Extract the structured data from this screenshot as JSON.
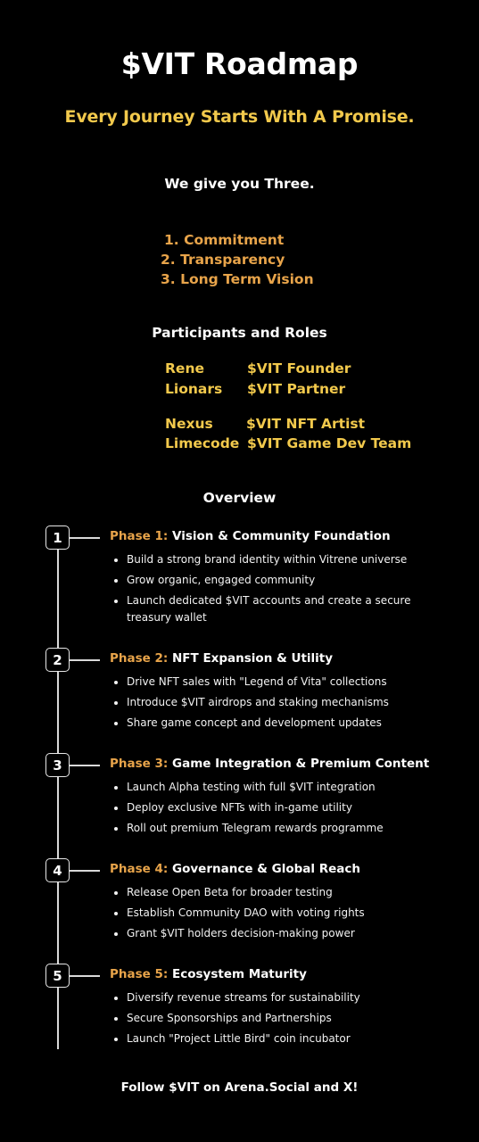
{
  "colors": {
    "gold": "#f2c94c",
    "orange": "#e8a44a",
    "white": "#ffffff",
    "background": "#000000"
  },
  "title": "$VIT Roadmap",
  "subtitle": "Every Journey Starts With A Promise.",
  "intro": "We give you Three.",
  "promises": [
    "1. Commitment",
    "2. Transparency",
    "3. Long Term Vision"
  ],
  "roles_heading": "Participants and Roles",
  "roles": [
    {
      "name": "Rene",
      "role": "$VIT Founder"
    },
    {
      "name": "Lionars",
      "role": "$VIT Partner"
    },
    {
      "name": "Nexus",
      "role": "$VIT NFT Artist"
    },
    {
      "name": "Limecode",
      "role": "$VIT Game Dev Team"
    }
  ],
  "overview_heading": "Overview",
  "phases": [
    {
      "number": "1",
      "prefix": "Phase 1:",
      "title": " Vision & Community Foundation",
      "items": [
        "Build a strong brand identity within Vitrene universe",
        "Grow organic, engaged community",
        "Launch dedicated $VIT accounts and create a secure treasury wallet"
      ]
    },
    {
      "number": "2",
      "prefix": "Phase 2:",
      "title": " NFT Expansion & Utility",
      "items": [
        "Drive NFT sales with \"Legend of Vita\" collections",
        "Introduce $VIT airdrops and staking mechanisms",
        "Share game concept and development updates"
      ]
    },
    {
      "number": "3",
      "prefix": "Phase 3:",
      "title": " Game Integration & Premium Content",
      "items": [
        "Launch Alpha testing with full $VIT integration",
        "Deploy exclusive NFTs with in-game utility",
        "Roll out premium Telegram rewards programme"
      ]
    },
    {
      "number": "4",
      "prefix": "Phase 4:",
      "title": " Governance & Global Reach",
      "items": [
        "Release Open Beta for broader testing",
        "Establish Community DAO with voting rights",
        "Grant $VIT holders decision-making power"
      ]
    },
    {
      "number": "5",
      "prefix": "Phase 5:",
      "title": " Ecosystem Maturity",
      "items": [
        "Diversify revenue streams for sustainability",
        "Secure Sponsorships and Partnerships",
        "Launch \"Project Little Bird\" coin incubator"
      ]
    }
  ],
  "footer": "Follow $VIT on Arena.Social and X!"
}
